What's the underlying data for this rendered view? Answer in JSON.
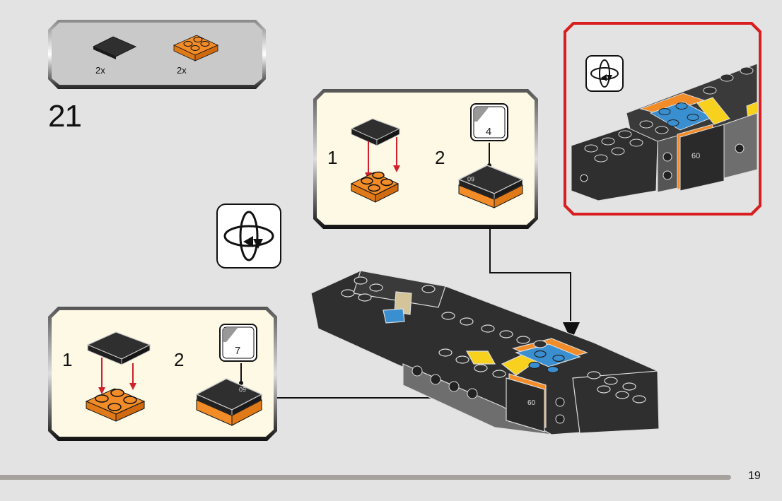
{
  "page": {
    "background": "#e3e3e3",
    "page_number": "19",
    "footer_bar_color": "#a7a29d"
  },
  "parts_list": {
    "items": [
      {
        "part": "dark-grey-2x2-tile",
        "color": "#2f2f2f",
        "quantity": "2x"
      },
      {
        "part": "orange-2x2-plate",
        "color": "#f28c28",
        "quantity": "2x"
      }
    ]
  },
  "step": {
    "number": "21"
  },
  "subassembly_top": {
    "background": "#fdf9e4",
    "substeps": [
      {
        "number": "1",
        "action": "place-tile-on-plate"
      },
      {
        "number": "2",
        "sticker_number": "4",
        "sticker_text": "60"
      }
    ]
  },
  "subassembly_bottom": {
    "background": "#fdf9e4",
    "substeps": [
      {
        "number": "1",
        "action": "place-tile-on-plate"
      },
      {
        "number": "2",
        "sticker_number": "7",
        "sticker_text": "60"
      }
    ]
  },
  "rotate_icon": {
    "icon": "rotate-model-icon"
  },
  "detail_view": {
    "border_color": "#d81e1e",
    "icon": "rotate-model-icon",
    "sticker_text": "60"
  },
  "colors": {
    "dark_grey": "#2f2f2f",
    "orange": "#f28c28",
    "blue": "#3a8fd0",
    "yellow": "#f7d11e",
    "arrow_red": "#d0202a",
    "tan": "#d4c49a"
  }
}
